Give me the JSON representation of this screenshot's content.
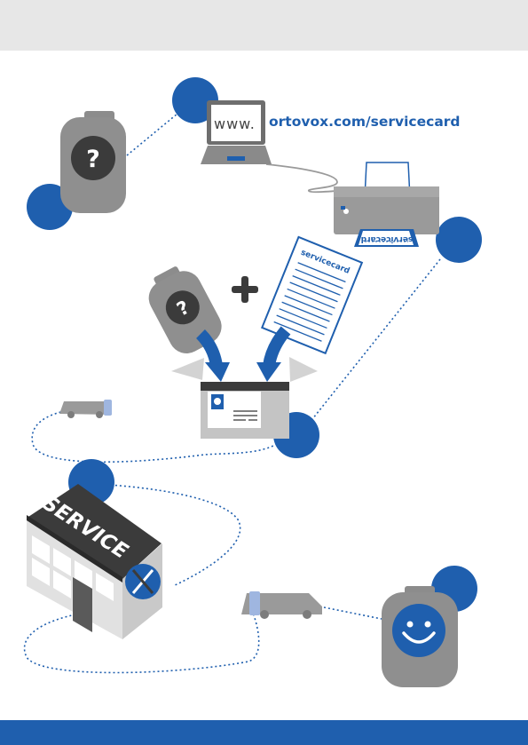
{
  "browser": {
    "prefix": "www.",
    "url": "ortovox.com/servicecard"
  },
  "printout": {
    "label": "servicecard"
  },
  "form": {
    "title": "servicecard"
  },
  "building": {
    "sign": "SERVICE"
  },
  "device": {
    "unknown_symbol": "?"
  },
  "plus_symbol": "+",
  "colors": {
    "accent": "#1f5fae",
    "device_gray": "#8f8f8f",
    "dark": "#3b3b3b",
    "light_bg": "#e7e7e7"
  }
}
